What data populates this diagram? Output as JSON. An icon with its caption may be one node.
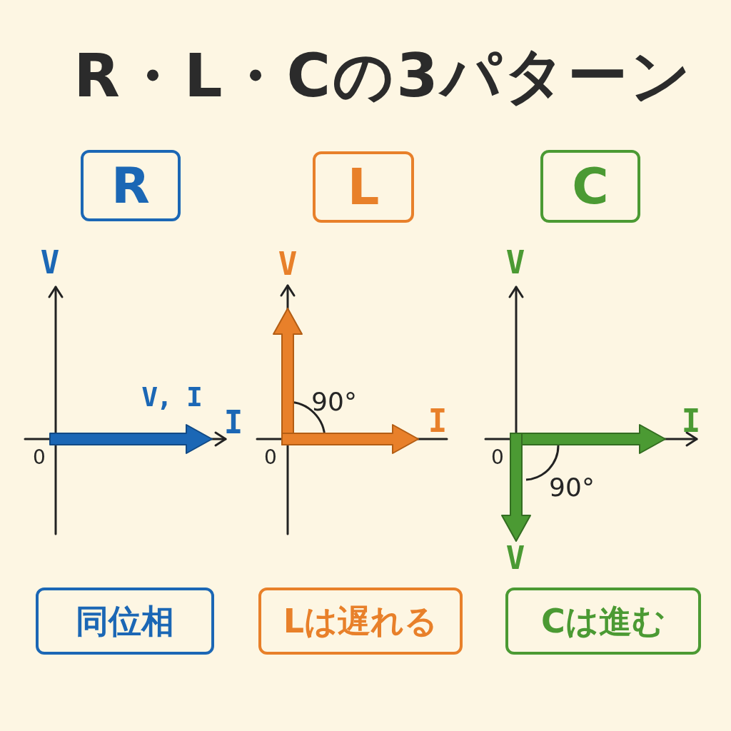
{
  "diagram": {
    "title": "R・L・Cの3パターン",
    "nodes": [
      {
        "text": [
          "R"
        ]
      },
      {
        "text": [
          "L"
        ]
      },
      {
        "text": [
          "C"
        ]
      },
      {
        "text": [
          "同位相"
        ]
      },
      {
        "text": [
          "Lは遅れる"
        ]
      },
      {
        "text": [
          "Cは進む"
        ]
      }
    ],
    "labels": [
      "V",
      "V, I",
      "I",
      "0",
      "V",
      "90°",
      "I",
      "0",
      "V",
      "I",
      "0",
      "90°",
      "V"
    ]
  }
}
